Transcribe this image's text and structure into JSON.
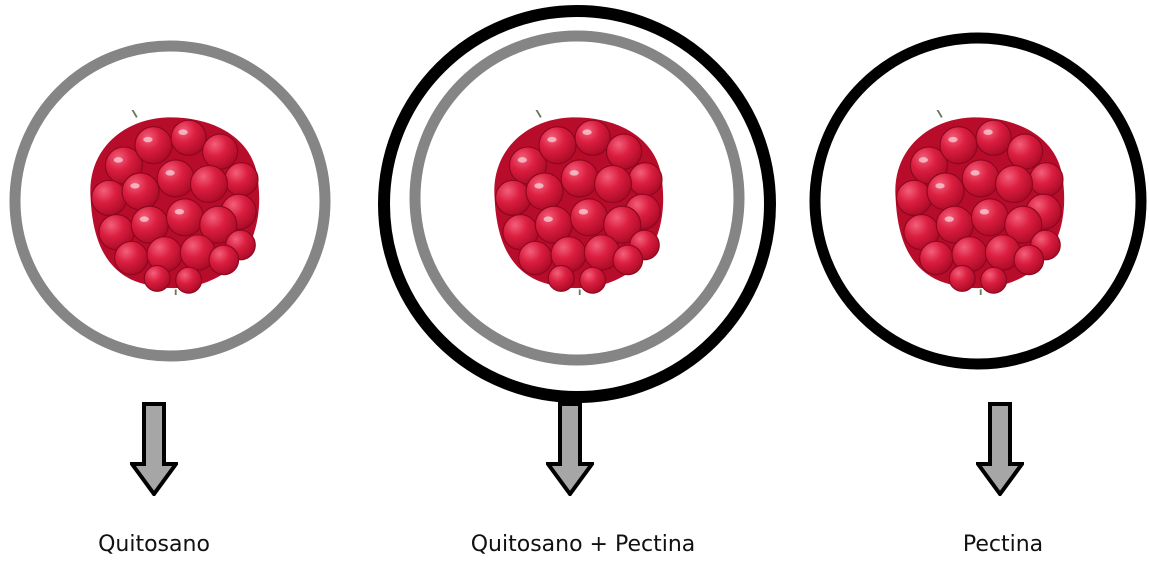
{
  "panels": [
    {
      "id": "quitosano",
      "label": "Quitosano",
      "coatings": [
        "gray"
      ]
    },
    {
      "id": "quitosano-pectina",
      "label": "Quitosano + Pectina",
      "coatings": [
        "black",
        "gray"
      ]
    },
    {
      "id": "pectina",
      "label": "Pectina",
      "coatings": [
        "black"
      ]
    }
  ],
  "colors": {
    "quitosano_ring": "#858585",
    "pectina_ring": "#000000",
    "arrow_fill": "#a6a6a6",
    "arrow_stroke": "#000000",
    "berry_dark": "#b80c2b",
    "berry_mid": "#db1e40",
    "berry_light": "#f2607a"
  },
  "icons": {
    "fruit": "raspberry-icon",
    "arrow": "down-arrow-icon"
  }
}
